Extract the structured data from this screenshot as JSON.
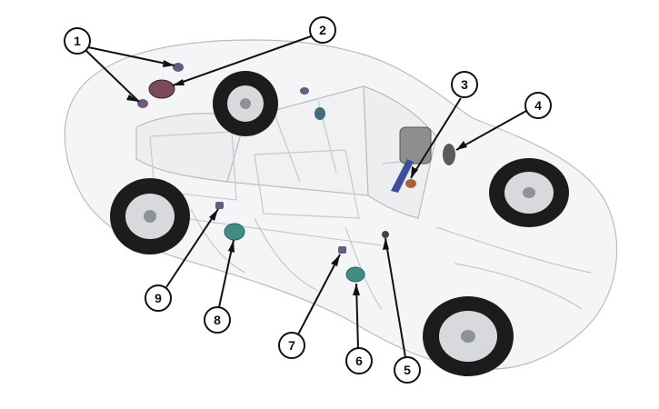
{
  "diagram": {
    "callouts": [
      {
        "label": "1",
        "targets": 2
      },
      {
        "label": "2",
        "targets": 1
      },
      {
        "label": "3",
        "targets": 1
      },
      {
        "label": "4",
        "targets": 1
      },
      {
        "label": "5",
        "targets": 1
      },
      {
        "label": "6",
        "targets": 1
      },
      {
        "label": "7",
        "targets": 1
      },
      {
        "label": "8",
        "targets": 1
      },
      {
        "label": "9",
        "targets": 1
      }
    ]
  },
  "colors": {
    "body_outline": "#b9bcc0",
    "body_fill": "#f4f5f6",
    "tire": "#1c1c1c",
    "rim": "#d7d9dc",
    "speaker_teal": "#3f8e84",
    "speaker_purple": "#6b5a80",
    "amplifier": "#8e8e8e",
    "callout_stroke": "#111111"
  }
}
